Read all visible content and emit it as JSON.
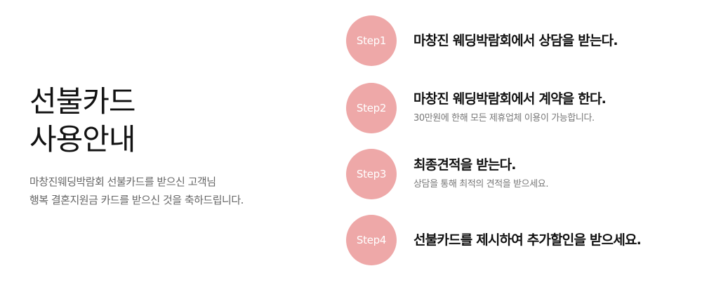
{
  "left": {
    "title_line1": "선불카드",
    "title_line2": "사용안내",
    "desc_line1": "마창진웨딩박람회 선불카드를 받으신 고객님",
    "desc_line2": "행복 결혼지원금 카드를 받으신 것을 축하드립니다."
  },
  "steps": [
    {
      "badge": "Step1",
      "title": "마창진 웨딩박람회에서 상담을 받는다.",
      "sub": ""
    },
    {
      "badge": "Step2",
      "title": "마창진 웨딩박람회에서 계약을 한다.",
      "sub": "30만원에 한해 모든 제휴업체 이용이 가능합니다."
    },
    {
      "badge": "Step3",
      "title": "최종견적을 받는다.",
      "sub": "상담을 통해 최적의 견적을 받으세요."
    },
    {
      "badge": "Step4",
      "title": "선불카드를 제시하여 추가할인을 받으세요.",
      "sub": ""
    }
  ],
  "colors": {
    "accent": "#eea8a8",
    "title_text": "#111111",
    "desc_text": "#666666"
  }
}
